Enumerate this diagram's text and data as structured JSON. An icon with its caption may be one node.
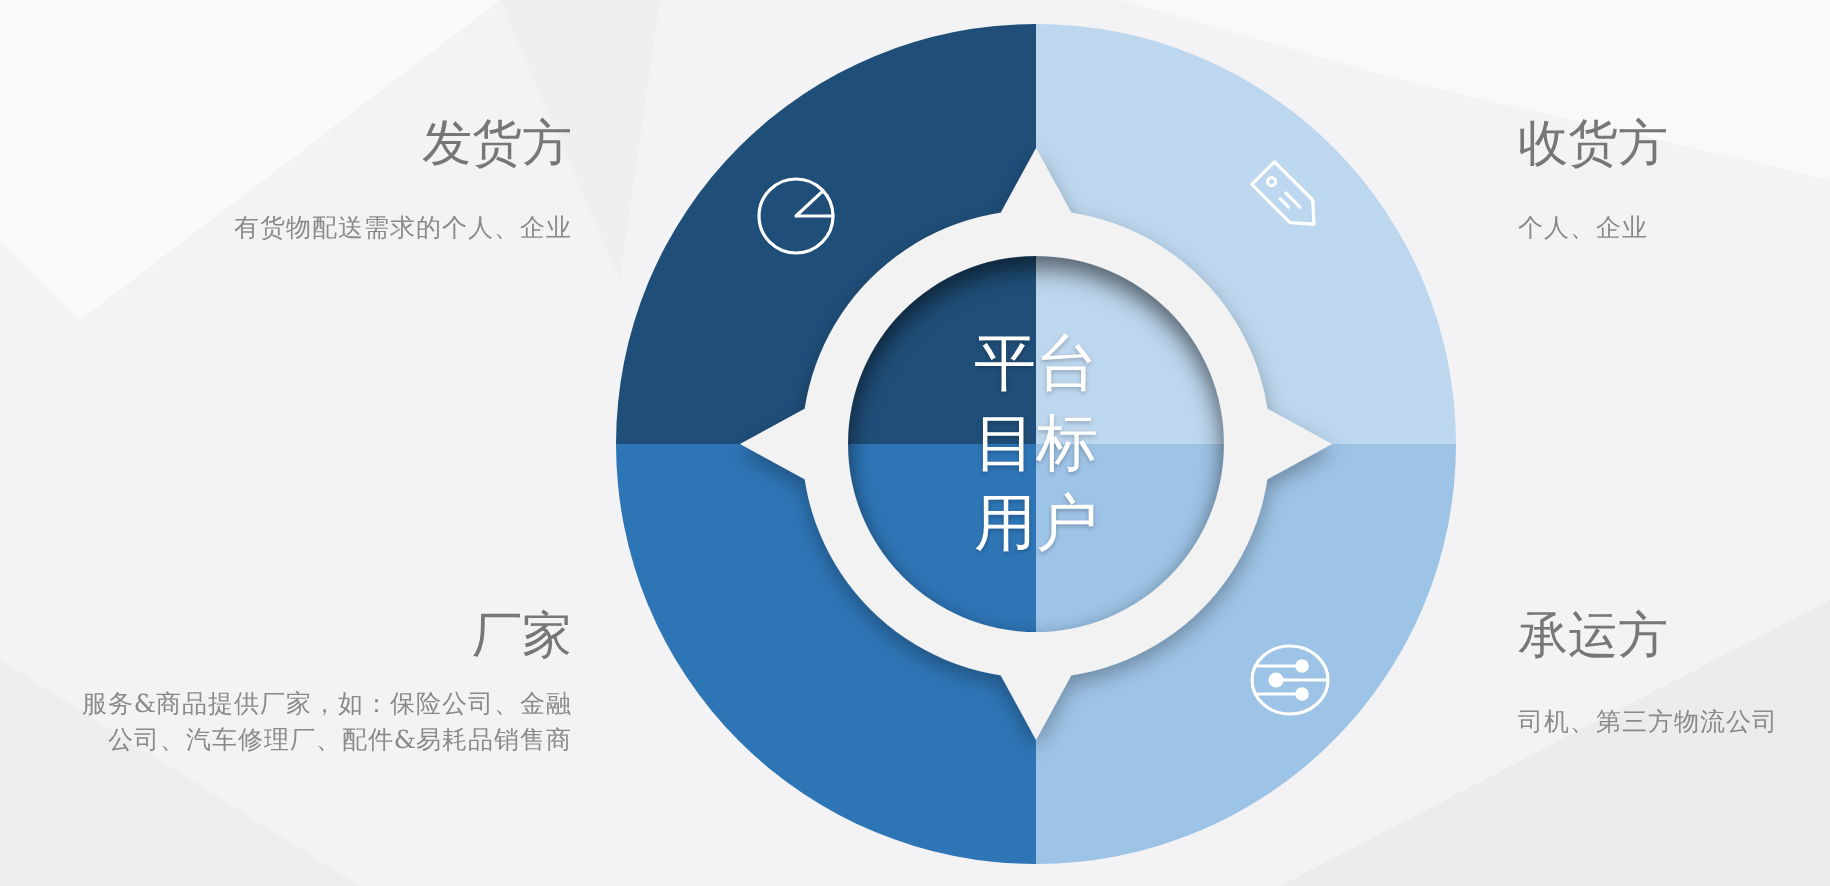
{
  "diagram": {
    "nodes": [
      {
        "text": [],
        "shape": "quadrant",
        "beside": [
          "发货方",
          "有货物配送需求的个人、企业"
        ]
      },
      {
        "text": [],
        "shape": "quadrant",
        "beside": [
          "收货方",
          "个人、企业"
        ]
      },
      {
        "text": [
          "平台目标用户"
        ]
      },
      {
        "text": [],
        "shape": "quadrant",
        "beside": [
          "厂家",
          "服务&商品提供厂家，如：保险公司、金融公司、汽车修理厂、配件&易耗品销售商"
        ]
      },
      {
        "text": [],
        "shape": "quadrant",
        "beside": [
          "承运方",
          "司机、第三方物流公司"
        ]
      }
    ]
  }
}
